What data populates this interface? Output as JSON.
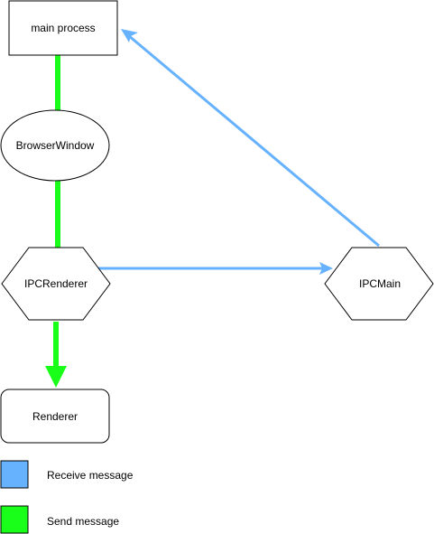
{
  "diagram": {
    "nodes": {
      "main_process": {
        "label": "main process"
      },
      "browser_window": {
        "label": "BrowserWindow"
      },
      "ipc_renderer": {
        "label": "IPCRenderer"
      },
      "ipc_main": {
        "label": "IPCMain"
      },
      "renderer": {
        "label": "Renderer"
      }
    },
    "legend": [
      {
        "label": "Receive message",
        "color": "#66b2ff"
      },
      {
        "label": "Send message",
        "color": "#1aff1a"
      }
    ]
  }
}
